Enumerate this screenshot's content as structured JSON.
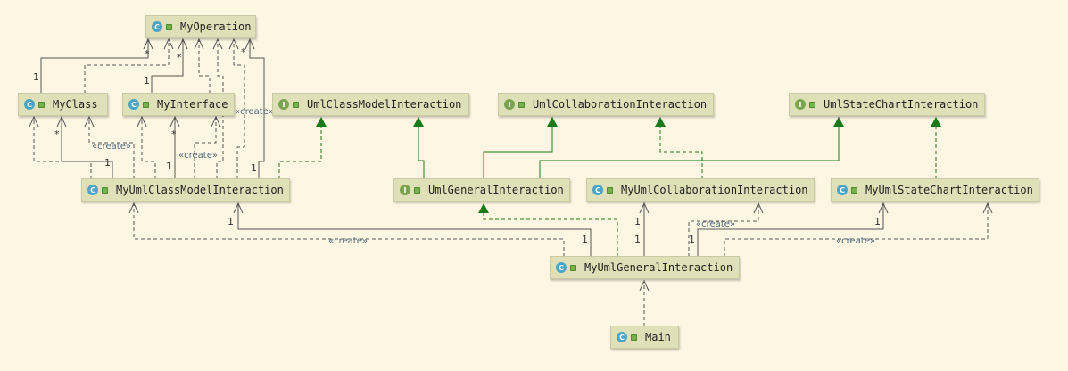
{
  "colors": {
    "background": "#fdf6e3",
    "node_fill": "#e0e0b8",
    "class_badge": "#4aa6c6",
    "interface_badge": "#7ba450",
    "realization_line": "#1a7a1a",
    "association_line": "#555555"
  },
  "nodes": {
    "my_operation": {
      "kind": "class",
      "badge": "C",
      "name": "MyOperation"
    },
    "my_class": {
      "kind": "class",
      "badge": "C",
      "name": "MyClass"
    },
    "my_interface": {
      "kind": "class",
      "badge": "C",
      "name": "MyInterface"
    },
    "uml_class_model_interaction": {
      "kind": "interface",
      "badge": "I",
      "name": "UmlClassModelInteraction"
    },
    "uml_collaboration_interaction": {
      "kind": "interface",
      "badge": "I",
      "name": "UmlCollaborationInteraction"
    },
    "uml_state_chart_interaction": {
      "kind": "interface",
      "badge": "I",
      "name": "UmlStateChartInteraction"
    },
    "my_uml_class_model_interaction": {
      "kind": "class",
      "badge": "C",
      "name": "MyUmlClassModelInteraction"
    },
    "uml_general_interaction": {
      "kind": "interface",
      "badge": "I",
      "name": "UmlGeneralInteraction"
    },
    "my_uml_collaboration_interaction": {
      "kind": "class",
      "badge": "C",
      "name": "MyUmlCollaborationInteraction"
    },
    "my_uml_state_chart_interaction": {
      "kind": "class",
      "badge": "C",
      "name": "MyUmlStateChartInteraction"
    },
    "my_uml_general_interaction": {
      "kind": "class",
      "badge": "C",
      "name": "MyUmlGeneralInteraction"
    },
    "main": {
      "kind": "class",
      "badge": "C",
      "name": "Main"
    }
  },
  "labels": {
    "create": "«create»",
    "one": "1",
    "many": "*"
  }
}
